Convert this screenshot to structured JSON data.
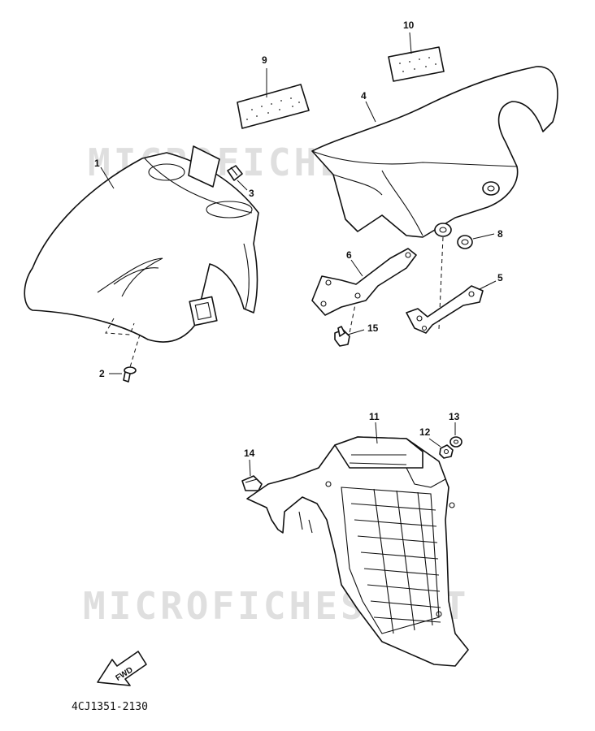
{
  "watermarks": [
    "MICROFICHES.NET",
    "MICROFICHES.NET"
  ],
  "diagram_code": "4CJ1351-2130",
  "fwd_label": "FWD",
  "callouts": [
    {
      "id": "1",
      "label": "1"
    },
    {
      "id": "2",
      "label": "2"
    },
    {
      "id": "3",
      "label": "3"
    },
    {
      "id": "4",
      "label": "4"
    },
    {
      "id": "5",
      "label": "5"
    },
    {
      "id": "6",
      "label": "6"
    },
    {
      "id": "7",
      "label": "15"
    },
    {
      "id": "8",
      "label": "8"
    },
    {
      "id": "9",
      "label": "9"
    },
    {
      "id": "10",
      "label": "10"
    },
    {
      "id": "11",
      "label": "11"
    },
    {
      "id": "12",
      "label": "12"
    },
    {
      "id": "13",
      "label": "13"
    },
    {
      "id": "14",
      "label": "14"
    }
  ]
}
